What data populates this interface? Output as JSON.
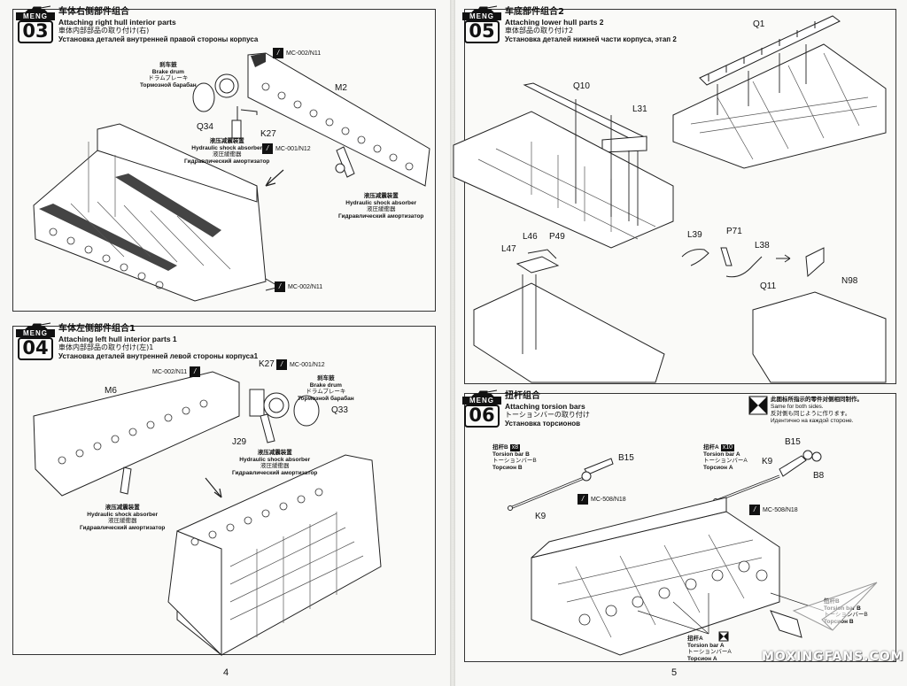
{
  "brand": "MENG",
  "pages": {
    "left_number": "4",
    "right_number": "5"
  },
  "steps": {
    "s03": {
      "number": "03",
      "title_cn": "车体右侧部件组合",
      "title_en": "Attaching right hull interior parts",
      "title_jp": "車体内部部品の取り付け(右)",
      "title_ru": "Установка деталей внутренней правой стороны корпуса",
      "paint1": "MC-002/N11",
      "paint2": "MC-001/N12",
      "paint3": "MC-002/N11",
      "part_m2": "M2",
      "part_q34": "Q34",
      "part_k27": "K27",
      "brake_cn": "刹车鼓",
      "brake_en": "Brake drum",
      "brake_jp": "ドラムブレーキ",
      "brake_ru": "Тормозной барабан",
      "shock_cn": "液压减震装置",
      "shock_en": "Hydraulic shock absorber",
      "shock_jp": "液圧緩衝器",
      "shock_ru": "Гидравлический амортизатор"
    },
    "s04": {
      "number": "04",
      "title_cn": "车体左侧部件组合1",
      "title_en": "Attaching left hull interior parts 1",
      "title_jp": "車体内部部品の取り付け(左)1",
      "title_ru": "Установка деталей внутренней левой стороны корпуса1",
      "paint1": "MC-002/N11",
      "paint2": "MC-001/N12",
      "part_m6": "M6",
      "part_k27": "K27",
      "part_q33": "Q33",
      "part_j29": "J29",
      "brake_cn": "刹车鼓",
      "brake_en": "Brake drum",
      "brake_jp": "ドラムブレーキ",
      "brake_ru": "Тормозной барабан",
      "shock_cn": "液压减震装置",
      "shock_en": "Hydraulic shock absorber",
      "shock_jp": "液圧緩衝器",
      "shock_ru": "Гидравлический амортизатор"
    },
    "s05": {
      "number": "05",
      "title_cn": "车底部件组合2",
      "title_en": "Attaching lower hull parts 2",
      "title_jp": "車体部品の取り付け2",
      "title_ru": "Установка деталей нижней части корпуса, этап 2",
      "part_q1": "Q1",
      "part_q10": "Q10",
      "part_l31": "L31",
      "part_l46": "L46",
      "part_l47": "L47",
      "part_p49": "P49",
      "part_l39": "L39",
      "part_p71": "P71",
      "part_l38": "L38",
      "part_q11": "Q11",
      "part_n98": "N98"
    },
    "s06": {
      "number": "06",
      "title_cn": "扭杆组合",
      "title_en": "Attaching torsion bars",
      "title_jp": "トーションバーの取り付け",
      "title_ru": "Установка торсионов",
      "note_cn": "此图标所指示的零件对侧相同制作。",
      "note_en": "Same for both sides.",
      "note_jp": "反対側も同じように作ります。",
      "note_ru": "Идентично на каждой стороне.",
      "tb_b_cn": "扭杆B",
      "tb_b_en": "Torsion bar B",
      "tb_b_jp": "トーションバーB",
      "tb_b_ru": "Торсион B",
      "tb_b_qty": "x8",
      "tb_a_cn": "扭杆A",
      "tb_a_en": "Torsion bar A",
      "tb_a_jp": "トーションバーA",
      "tb_a_ru": "Торсион A",
      "tb_a_qty": "x10",
      "paint_b": "MC-508/N18",
      "paint_a": "MC-508/N18",
      "part_b15_left": "B15",
      "part_k9_left": "K9",
      "part_b15_right": "B15",
      "part_k9_right": "K9",
      "part_b8": "B8",
      "bottom_a_cn": "扭杆A",
      "bottom_a_en": "Torsion bar A",
      "bottom_a_jp": "トーションバーA",
      "bottom_a_ru": "Торсион A",
      "bottom_b_cn": "扭杆B",
      "bottom_b_en": "Torsion bar B",
      "bottom_b_jp": "トーションバーB",
      "bottom_b_ru": "Торсион B"
    }
  },
  "watermark": "MOXINGFANS.COM"
}
